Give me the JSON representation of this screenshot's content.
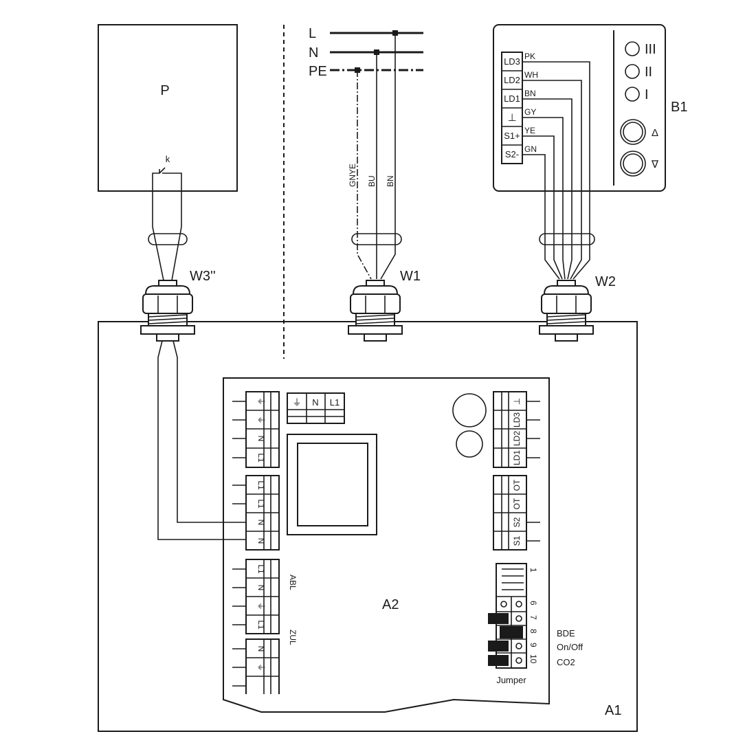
{
  "labels": {
    "box_p": "P",
    "contact_k": "k",
    "supply_l": "L",
    "supply_n": "N",
    "supply_pe": "PE",
    "wire_gnye": "GNYE",
    "wire_bu": "BU",
    "wire_bn": "BN",
    "gland_w3": "W3''",
    "gland_w1": "W1",
    "gland_w2": "W2",
    "device_b1": "B1",
    "board_a2": "A2",
    "housing_a1": "A1"
  },
  "b1": {
    "terminals": [
      "LD3",
      "LD2",
      "LD1",
      "⊥",
      "S1+",
      "S2-"
    ],
    "wires": [
      "PK",
      "WH",
      "BN",
      "GY",
      "YE",
      "GN"
    ],
    "indicators": [
      "III",
      "II",
      "I"
    ],
    "buttons": [
      "Δ",
      "∇"
    ]
  },
  "a2": {
    "top_terminals": [
      "⏚",
      "N",
      "L1"
    ],
    "left_group1": [
      "⏚",
      "⏚",
      "N",
      "L1"
    ],
    "left_group2": [
      "L1",
      "L1",
      "N",
      "N"
    ],
    "left_group3": [
      "L1",
      "N",
      "⏚",
      "L1"
    ],
    "left_group4": [
      "N",
      "⏚",
      ""
    ],
    "label_abl": "ABL",
    "label_zul": "ZUL",
    "right_group1": [
      "⊥",
      "LD3",
      "LD2",
      "LD1"
    ],
    "right_group2": [
      "OT",
      "OT",
      "S2",
      "S1"
    ],
    "jumper_numbers": [
      "1",
      "6",
      "7",
      "8",
      "9",
      "10"
    ],
    "jumper_labels": [
      "BDE",
      "On/Off",
      "CO2"
    ],
    "jumper_title": "Jumper"
  }
}
